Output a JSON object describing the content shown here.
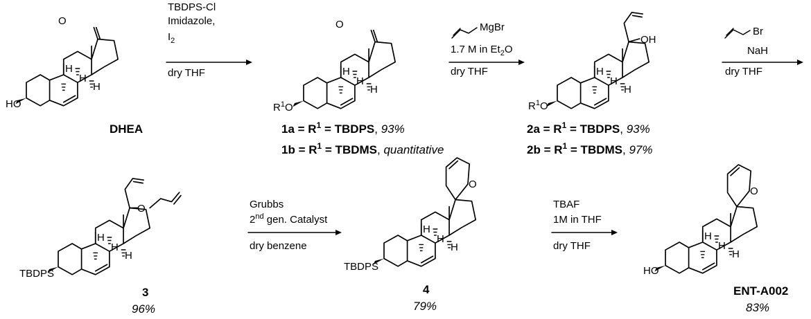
{
  "molecules": {
    "dhea": {
      "name": "DHEA",
      "ho": "HO",
      "o": "O",
      "h": "H"
    },
    "m1": {
      "r1": "R",
      "sup1": "1",
      "o": "O",
      "h": "H",
      "a": {
        "code": "1a",
        "eq": " = R",
        "sup": "1",
        "group": " = TBDPS",
        "sep": ", ",
        "yield": "93%"
      },
      "b": {
        "code": "1b",
        "eq": " = R",
        "sup": "1",
        "group": " = TBDMS",
        "sep": ", ",
        "yield": "quantitative"
      }
    },
    "m2": {
      "r1": "R",
      "sup1": "1",
      "o": "O",
      "oh": "OH",
      "h": "H",
      "a": {
        "code": "2a",
        "eq": " = R",
        "sup": "1",
        "group": " = TBDPS",
        "sep": ", ",
        "yield": "93%"
      },
      "b": {
        "code": "2b",
        "eq": " = R",
        "sup": "1",
        "group": " = TBDMS",
        "sep": ", ",
        "yield": "97%"
      }
    },
    "m3": {
      "code": "3",
      "yield": "96%",
      "sub": "TBDPS",
      "o": "O",
      "h": "H"
    },
    "m4": {
      "code": "4",
      "yield": "79%",
      "sub": "TBDPS",
      "o": "O",
      "h": "H"
    },
    "ent": {
      "code": "ENT-A002",
      "yield": "83%",
      "ho": "HO",
      "o": "O",
      "h": "H"
    }
  },
  "steps": {
    "s1": {
      "l1": "TBDPS-Cl",
      "l2": "Imidazole,",
      "l3": "I",
      "l3sub": "2",
      "below": "dry THF"
    },
    "s2": {
      "reagent": "MgBr",
      "conc": "1.7 M in Et",
      "sub": "2",
      "tail": "O",
      "below": "dry THF"
    },
    "s3": {
      "reagent": "Br",
      "base": "NaH",
      "below": "dry THF"
    },
    "s4": {
      "l1": "Grubbs",
      "l2pre": "2",
      "l2sup": "nd",
      "l2post": " gen. Catalyst",
      "below": "dry benzene"
    },
    "s5": {
      "l1": "TBAF",
      "l2": "1M in THF",
      "below": "dry THF"
    }
  }
}
